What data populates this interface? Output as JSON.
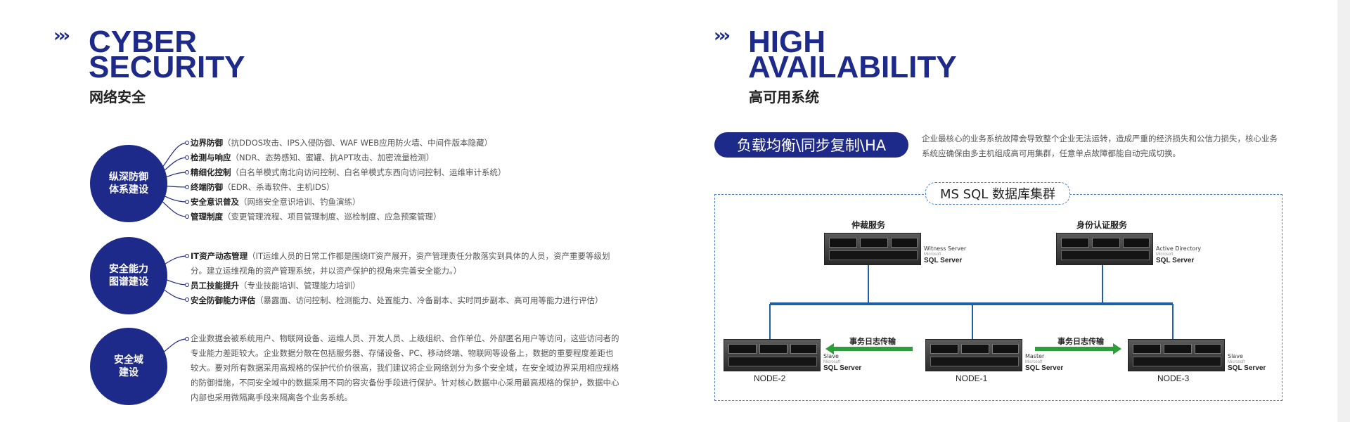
{
  "left": {
    "title_line1": "CYBER",
    "title_line2": "SECURITY",
    "subtitle": "网络安全",
    "chevrons": "›››",
    "blocks": [
      {
        "circle": "纵深防御\n体系建设",
        "items": [
          {
            "bold": "边界防御",
            "text": "（抗DDOS攻击、IPS入侵防御、WAF WEB应用防火墙、中间件版本隐藏）"
          },
          {
            "bold": "检测与响应",
            "text": "（NDR、态势感知、蜜罐、抗APT攻击、加密流量检测）"
          },
          {
            "bold": "精细化控制",
            "text": "（白名单模式南北向访问控制、白名单模式东西向访问控制、运维审计系统）"
          },
          {
            "bold": "终端防御",
            "text": "（EDR、杀毒软件、主机IDS）"
          },
          {
            "bold": "安全意识普及",
            "text": "（网络安全意识培训、钓鱼演练）"
          },
          {
            "bold": "管理制度",
            "text": "（变更管理流程、项目管理制度、巡检制度、应急预案管理）"
          }
        ]
      },
      {
        "circle": "安全能力\n图谱建设",
        "items": [
          {
            "bold": "IT资产动态管理",
            "text": "（IT运维人员的日常工作都是围绕IT资产展开，资产管理责任分散落实到具体的人员，资产重要等级划"
          },
          {
            "bold": "",
            "text": "分。建立运维视角的资产管理系统，并以资产保护的视角来完善安全能力。）"
          },
          {
            "bold": "员工技能提升",
            "text": "（专业技能培训、管理能力培训）"
          },
          {
            "bold": "安全防御能力评估",
            "text": "（暴露面、访问控制、检测能力、处置能力、冷备副本、实时同步副本、高可用等能力进行评估）"
          }
        ]
      },
      {
        "circle": "安全域\n建设",
        "paragraph": "企业数据会被系统用户、物联网设备、运维人员、开发人员、上级组织、合作单位、外部匿名用户等访问，这些访问者的专业能力差距较大。企业数据分散在包括服务器、存储设备、PC、移动终端、物联网等设备上，数据的重要程度差距也较大。要对所有数据采用高规格的保护代价价很高，我们建议将企业网络划分为多个安全域，在安全域边界采用相应规格的防御措施，不同安全域中的数据采用不同的容灾备份手段进行保护。针对核心数据中心采用最高规格的保护，数据中心内部也采用微隔离手段来隔离各个业务系统。"
      }
    ]
  },
  "right": {
    "title_line1": "HIGH",
    "title_line2": "AVAILABILITY",
    "subtitle": "高可用系统",
    "chevrons": "›››",
    "pill": "负载均衡\\同步复制\\HA",
    "description": "企业最核心的业务系统故障会导致整个企业无法运转，造成严重的经济损失和公信力损失，核心业务系统应确保由多主机组成高可用集群，任意单点故障都能自动完成切换。",
    "cluster_title": "MS SQL 数据库集群",
    "services": [
      {
        "name": "仲裁服务",
        "role": "Witness Server"
      },
      {
        "name": "身份认证服务",
        "role": "Active Directory"
      }
    ],
    "nodes": [
      {
        "name": "NODE-2",
        "role": "Slave"
      },
      {
        "name": "NODE-1",
        "role": "Master"
      },
      {
        "name": "NODE-3",
        "role": "Slave"
      }
    ],
    "arrow_label": "事务日志传输",
    "sql_brand_small": "Microsoft",
    "sql_brand": "SQL Server",
    "colors": {
      "navy": "#1e2a8a",
      "line": "#1e5fa8",
      "arrow": "#2e9e3a"
    }
  }
}
